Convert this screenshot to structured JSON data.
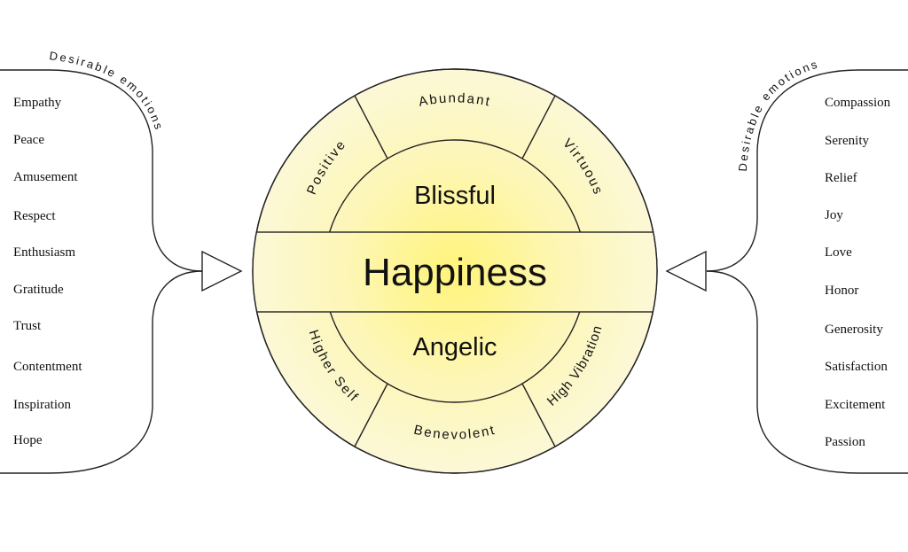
{
  "center": {
    "title": "Happiness",
    "top_inner": "Blissful",
    "bottom_inner": "Angelic"
  },
  "outer_ring": {
    "top_left": "Positive",
    "top": "Abundant",
    "top_right": "Virtuous",
    "bottom_left": "Higher Self",
    "bottom": "Benevolent",
    "bottom_right": "High Vibration"
  },
  "left_group": {
    "heading": "Desirable emotions",
    "items": [
      "Empathy",
      "Peace",
      "Amusement",
      "Respect",
      "Enthusiasm",
      "Gratitude",
      "Trust",
      "Contentment",
      "Inspiration",
      "Hope"
    ]
  },
  "right_group": {
    "heading": "Desirable emotions",
    "items": [
      "Compassion",
      "Serenity",
      "Relief",
      "Joy",
      "Love",
      "Honor",
      "Generosity",
      "Satisfaction",
      "Excitement",
      "Passion"
    ]
  },
  "colors": {
    "fill_light": "#fcf6c4",
    "fill_center": "#fff680",
    "line": "#222222"
  }
}
